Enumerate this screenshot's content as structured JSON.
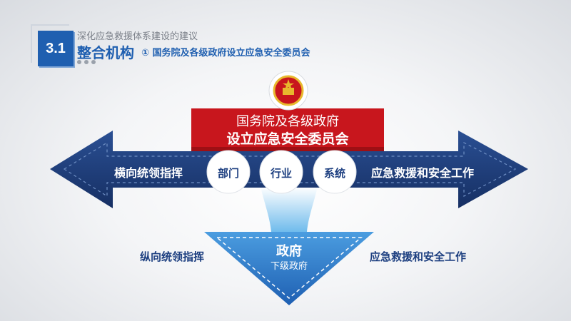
{
  "header": {
    "section_number": "3.1",
    "subtitle": "深化应急救援体系建设的建议",
    "title": "整合机构",
    "subheading": "① 国务院及各级政府设立应急安全委员会"
  },
  "diagram": {
    "red_box_line1": "国务院及各级政府",
    "red_box_line2": "设立应急安全委员会",
    "left_label": "横向统领指挥",
    "right_label": "应急救援和安全工作",
    "circles": [
      "部门",
      "行业",
      "系统"
    ],
    "down_arrow_title": "政府",
    "down_arrow_sub": "下级政府",
    "down_left_label": "纵向统领指挥",
    "down_right_label": "应急救援和安全工作"
  },
  "colors": {
    "navy": "#1d3f80",
    "red": "#c8161d",
    "blue": "#1f5fb0",
    "light_blue": "#8ecbf0"
  }
}
